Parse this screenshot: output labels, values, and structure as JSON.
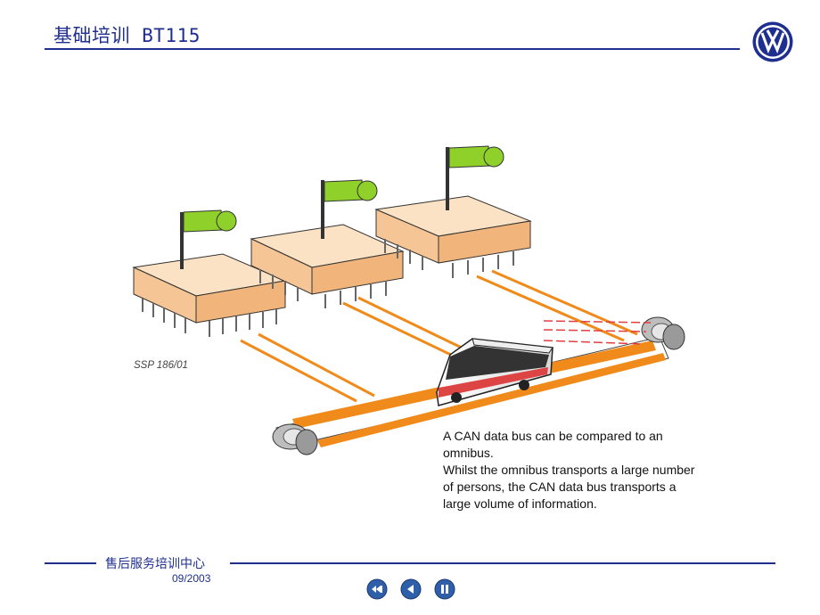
{
  "header": {
    "title": "基础培训 BT115"
  },
  "figure": {
    "code": "SSP 186/01"
  },
  "caption": {
    "line1": "A CAN data bus can be compared to an omnibus.",
    "line2": "Whilst the omnibus transports a large number of persons, the CAN data bus transports a large volume of information."
  },
  "footer": {
    "center_text": "售后服务培训中心",
    "date": "09/2003"
  },
  "nav": {
    "icons": [
      "rewind-icon",
      "previous-icon",
      "pause-icon"
    ]
  },
  "colors": {
    "brand_blue": "#1f2f8f",
    "chip_peach": "#f8cfa6",
    "bus_orange": "#f08a1a",
    "flag_green": "#8fd12a"
  }
}
